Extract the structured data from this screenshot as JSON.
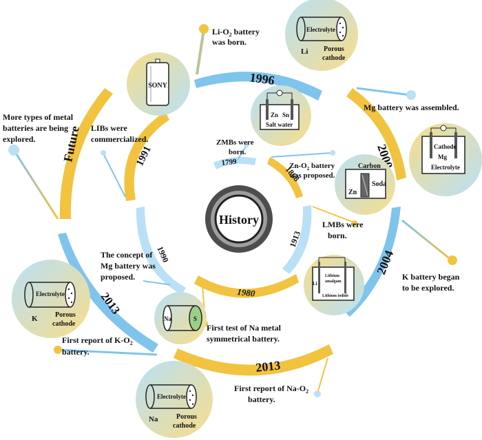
{
  "colors": {
    "blue": "#7fc4ec",
    "blue_light": "#b9e0f6",
    "gold": "#f2c33f",
    "gold_light": "#f7dd8a",
    "ring_dark": "#4d4d4d",
    "ring_mid": "#9e9e9e"
  },
  "center": {
    "label": "History"
  },
  "years": {
    "y1996": "1996",
    "y2000": "2000",
    "y2004": "2004",
    "y2013b": "2013",
    "y2013a": "2013",
    "future": "Future",
    "y1991": "1991",
    "y1799": "1799",
    "y1868": "1868",
    "y1913": "1913",
    "y1980": "1980",
    "y1990": "1990"
  },
  "events": {
    "li_o2": [
      "Li-O",
      "battery",
      "was born."
    ],
    "mg": "Mg battery was assembled.",
    "future_line1": "More types of metal",
    "future_line2": "batteries are being",
    "future_line3": "explored.",
    "libs_line1": "LIBs were",
    "libs_line2": "commercialized.",
    "zmb_line1": "ZMBs were",
    "zmb_line2": "born.",
    "zno2_line1": "Zn-O",
    "zno2_line1b": " battery",
    "zno2_line2": "was proposed.",
    "lmb_line1": "LMBs were",
    "lmb_line2": "born.",
    "k_line1": "K battery began",
    "k_line2": "to be explored.",
    "mg_concept_line1": "The concept of",
    "mg_concept_line2": "Mg battery was",
    "mg_concept_line3": "proposed.",
    "na_sym_line1": "First test of Na metal",
    "na_sym_line2": "symmetrical battery.",
    "ko2_line1": "First report of K-O",
    "ko2_line2": "battery.",
    "nao2_line1": "First report of Na-O",
    "nao2_line2": "battery."
  },
  "diagrams": {
    "li_cell": {
      "electrolyte": "Electrolyte",
      "metal": "Li",
      "porous": "Porous",
      "cathode": "cathode"
    },
    "sony": {
      "label": "SONY"
    },
    "zn_sn": {
      "zn": "Zn",
      "sn": "Sn",
      "salt": "Salt water"
    },
    "mg_cell": {
      "cathode": "Cathode",
      "mg": "Mg",
      "electrolyte": "Electrolyte"
    },
    "zn_carbon": {
      "carbon": "Carbon",
      "zn": "Zn",
      "soda": "Soda"
    },
    "li_amal": {
      "li": "Li",
      "lithium": "Lithium",
      "amalgam": "amalgam",
      "iodide": "Lithium iodide"
    },
    "k_cell": {
      "electrolyte": "Electrolyte",
      "metal": "K",
      "porous": "Porous",
      "cathode": "cathode"
    },
    "na_sym": {
      "na": "Na",
      "s": "S"
    },
    "na_cell": {
      "electrolyte": "Electrolyte",
      "metal": "Na",
      "porous": "Porous",
      "cathode": "cathode"
    }
  }
}
